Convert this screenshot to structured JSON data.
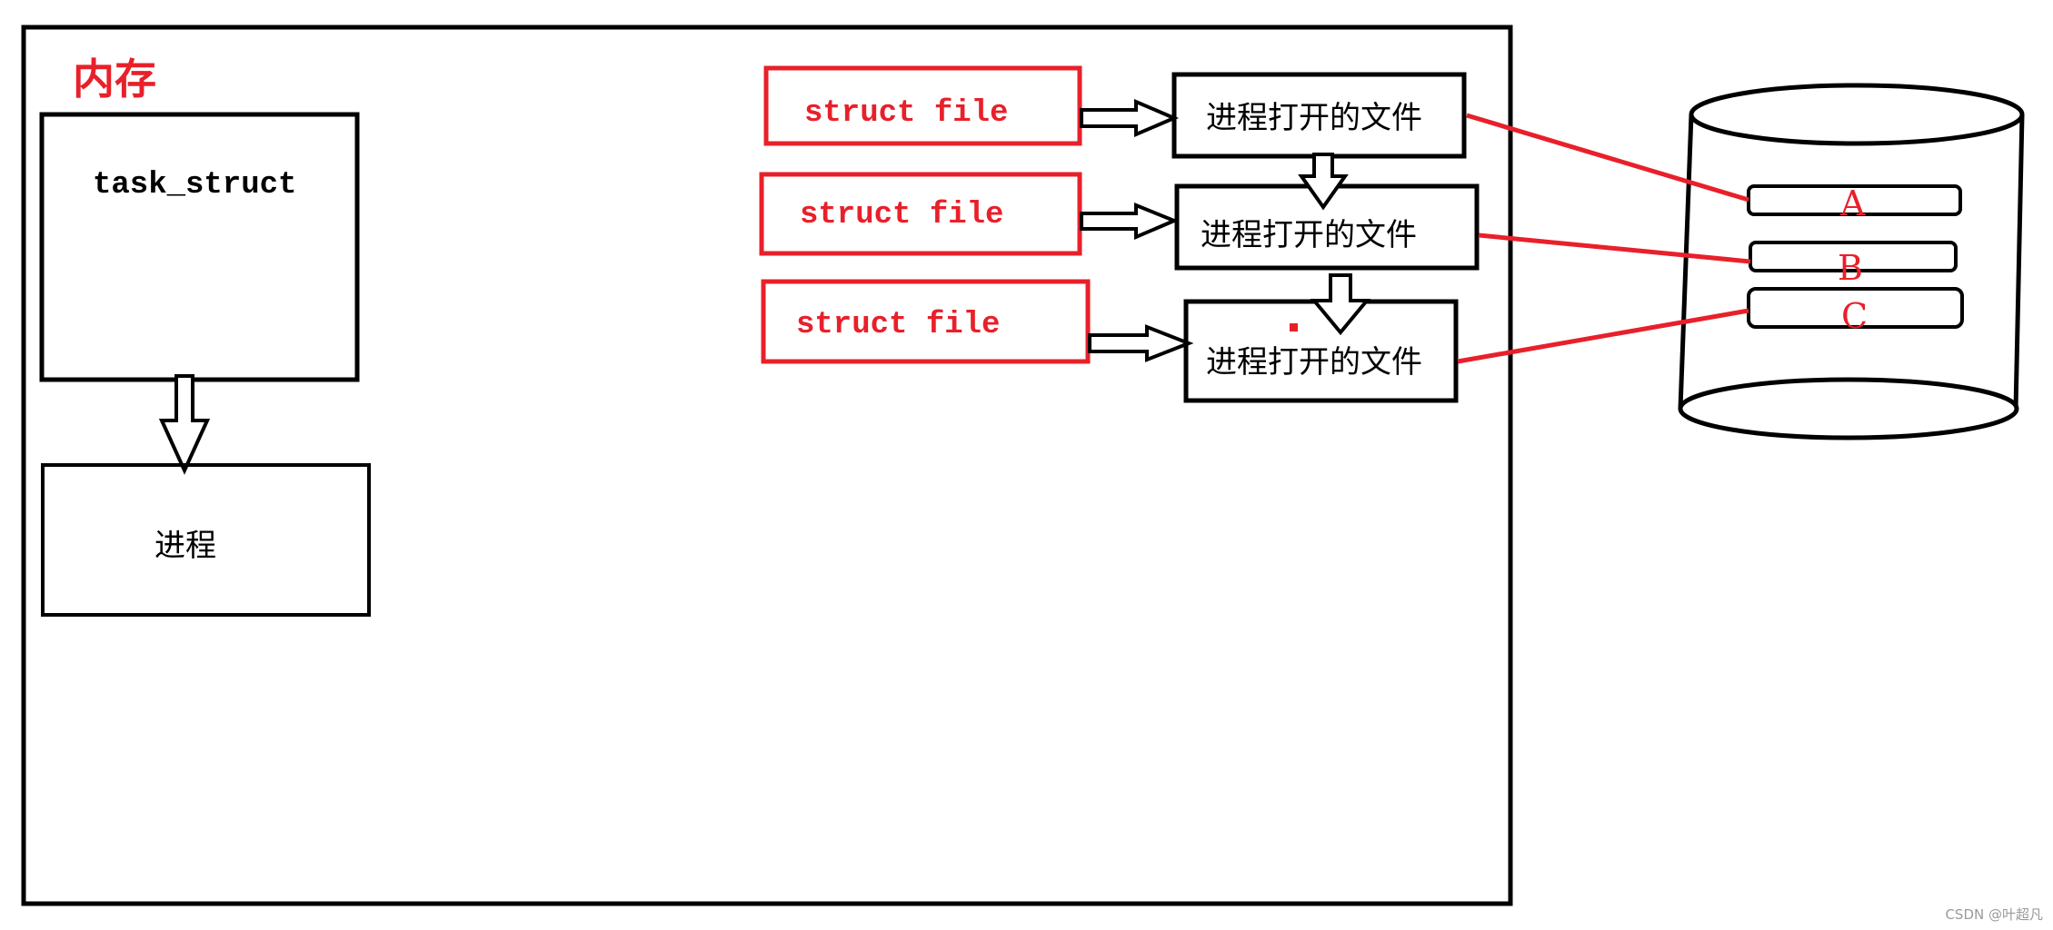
{
  "memory": {
    "title": "内存"
  },
  "task": {
    "label": "task_struct"
  },
  "process": {
    "label": "进程"
  },
  "struct_files": [
    {
      "label": "struct file"
    },
    {
      "label": "struct file"
    },
    {
      "label": "struct file"
    }
  ],
  "opened_files": [
    {
      "label": "进程打开的文件"
    },
    {
      "label": "进程打开的文件"
    },
    {
      "label": "进程打开的文件"
    }
  ],
  "disk": {
    "files": [
      {
        "label": "A"
      },
      {
        "label": "B"
      },
      {
        "label": "C"
      }
    ]
  },
  "watermark": {
    "text": "CSDN @叶超凡"
  },
  "colors": {
    "red": "#e8202a",
    "black": "#000000",
    "watermark": "#9a9a9a"
  }
}
